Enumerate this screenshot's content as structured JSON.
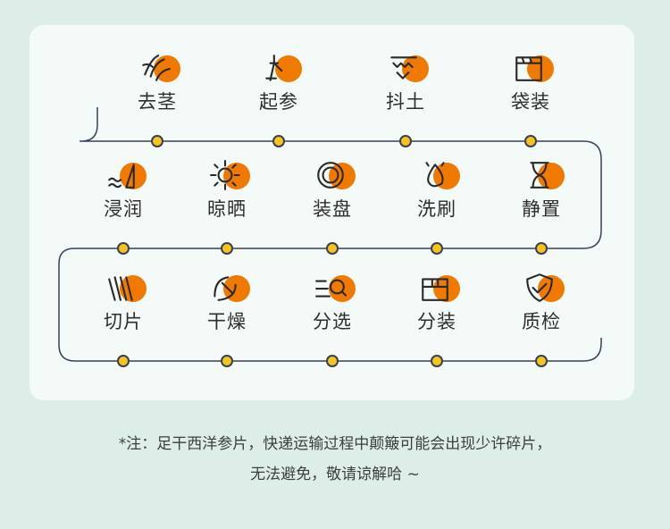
{
  "steps": [
    {
      "label": "去茎",
      "icon": "stem-icon"
    },
    {
      "label": "起参",
      "icon": "dig-icon"
    },
    {
      "label": "抖土",
      "icon": "sieve-icon"
    },
    {
      "label": "袋装",
      "icon": "bag-icon"
    },
    {
      "label": "浸润",
      "icon": "soak-icon"
    },
    {
      "label": "晾晒",
      "icon": "sun-icon"
    },
    {
      "label": "装盘",
      "icon": "plate-icon"
    },
    {
      "label": "洗刷",
      "icon": "water-drop-icon"
    },
    {
      "label": "静置",
      "icon": "hourglass-icon"
    },
    {
      "label": "切片",
      "icon": "slice-icon"
    },
    {
      "label": "干燥",
      "icon": "dry-icon"
    },
    {
      "label": "分选",
      "icon": "sort-icon"
    },
    {
      "label": "分装",
      "icon": "box-icon"
    },
    {
      "label": "质检",
      "icon": "shield-check-icon"
    }
  ],
  "note": {
    "line1": "*注：足干西洋参片，快递运输过程中颠簸可能会出现少许碎片，",
    "line2": "无法避免，敬请谅解哈 ~"
  },
  "colors": {
    "accent": "#f07a00",
    "line": "#3a3f5c",
    "node": "#f5c518"
  }
}
